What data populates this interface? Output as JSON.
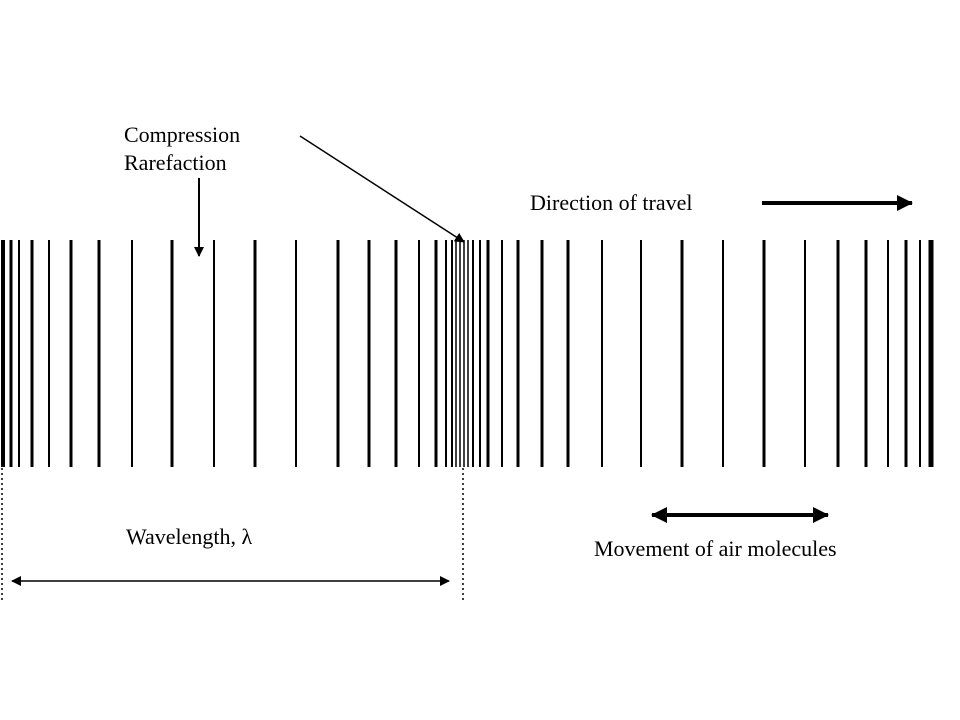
{
  "labels": {
    "compression": "Compression",
    "rarefaction": "Rarefaction",
    "direction": "Direction of travel",
    "wavelength": "Wavelength, λ",
    "movement": "Movement of air molecules"
  },
  "colors": {
    "ink": "#000000",
    "background": "#ffffff"
  }
}
